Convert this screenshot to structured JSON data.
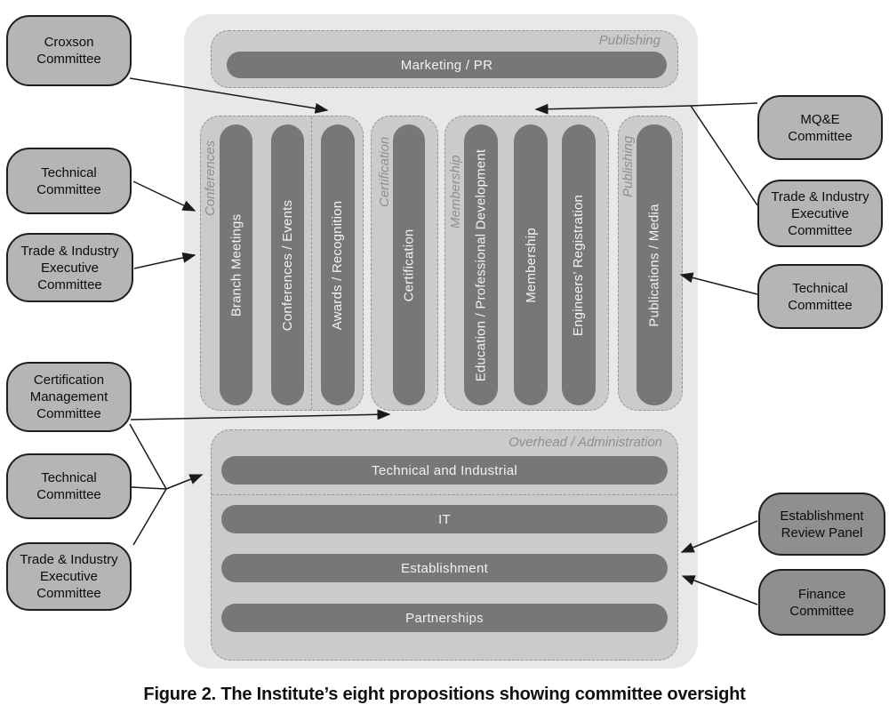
{
  "figure": {
    "caption": "Figure 2. The Institute’s eight propositions showing committee oversight"
  },
  "colors": {
    "container": "#e8e8e8",
    "group_fill": "#cbcbcb",
    "group_border": "#949494",
    "bar_fill": "#777777",
    "bar_text": "#f2f2f2",
    "box_light": "#b5b5b5",
    "box_dark": "#8f8f8f",
    "box_border": "#1f1f1f",
    "label_text": "#8f8f8f",
    "line": "#1a1a1a",
    "caption_text": "#111111"
  },
  "groups": {
    "publishing_top": {
      "label": "Publishing",
      "bars": [
        "Marketing / PR"
      ]
    },
    "conferences": {
      "label": "Conferences",
      "bars": [
        "Branch Meetings",
        "Conferences / Events",
        "Awards / Recognition"
      ]
    },
    "certification": {
      "label": "Certification",
      "bars": [
        "Certification"
      ]
    },
    "membership": {
      "label": "Membership",
      "bars": [
        "Education / Professional Development",
        "Membership",
        "Engineers’ Registration"
      ]
    },
    "publishing_right": {
      "label": "Publishing",
      "bars": [
        "Publications / Media"
      ]
    },
    "overhead": {
      "label": "Overhead / Administration",
      "bars": [
        "Technical and Industrial",
        "IT",
        "Establishment",
        "Partnerships"
      ]
    }
  },
  "committees": {
    "left": [
      {
        "id": "croxson",
        "lines": [
          "Croxson",
          "Committee"
        ]
      },
      {
        "id": "technical-1",
        "lines": [
          "Technical",
          "Committee"
        ]
      },
      {
        "id": "trade-industry-1",
        "lines": [
          "Trade & Industry",
          "Executive",
          "Committee"
        ]
      },
      {
        "id": "certification-management",
        "lines": [
          "Certification",
          "Management",
          "Committee"
        ]
      },
      {
        "id": "technical-2",
        "lines": [
          "Technical",
          "Committee"
        ]
      },
      {
        "id": "trade-industry-2",
        "lines": [
          "Trade & Industry",
          "Executive",
          "Committee"
        ]
      }
    ],
    "right": [
      {
        "id": "mqe",
        "lines": [
          "MQ&E",
          "Committee"
        ]
      },
      {
        "id": "trade-industry-3",
        "lines": [
          "Trade & Industry",
          "Executive",
          "Committee"
        ]
      },
      {
        "id": "technical-3",
        "lines": [
          "Technical",
          "Committee"
        ]
      },
      {
        "id": "establishment-review",
        "lines": [
          "Establishment",
          "Review Panel"
        ]
      },
      {
        "id": "finance",
        "lines": [
          "Finance",
          "Committee"
        ]
      }
    ]
  }
}
